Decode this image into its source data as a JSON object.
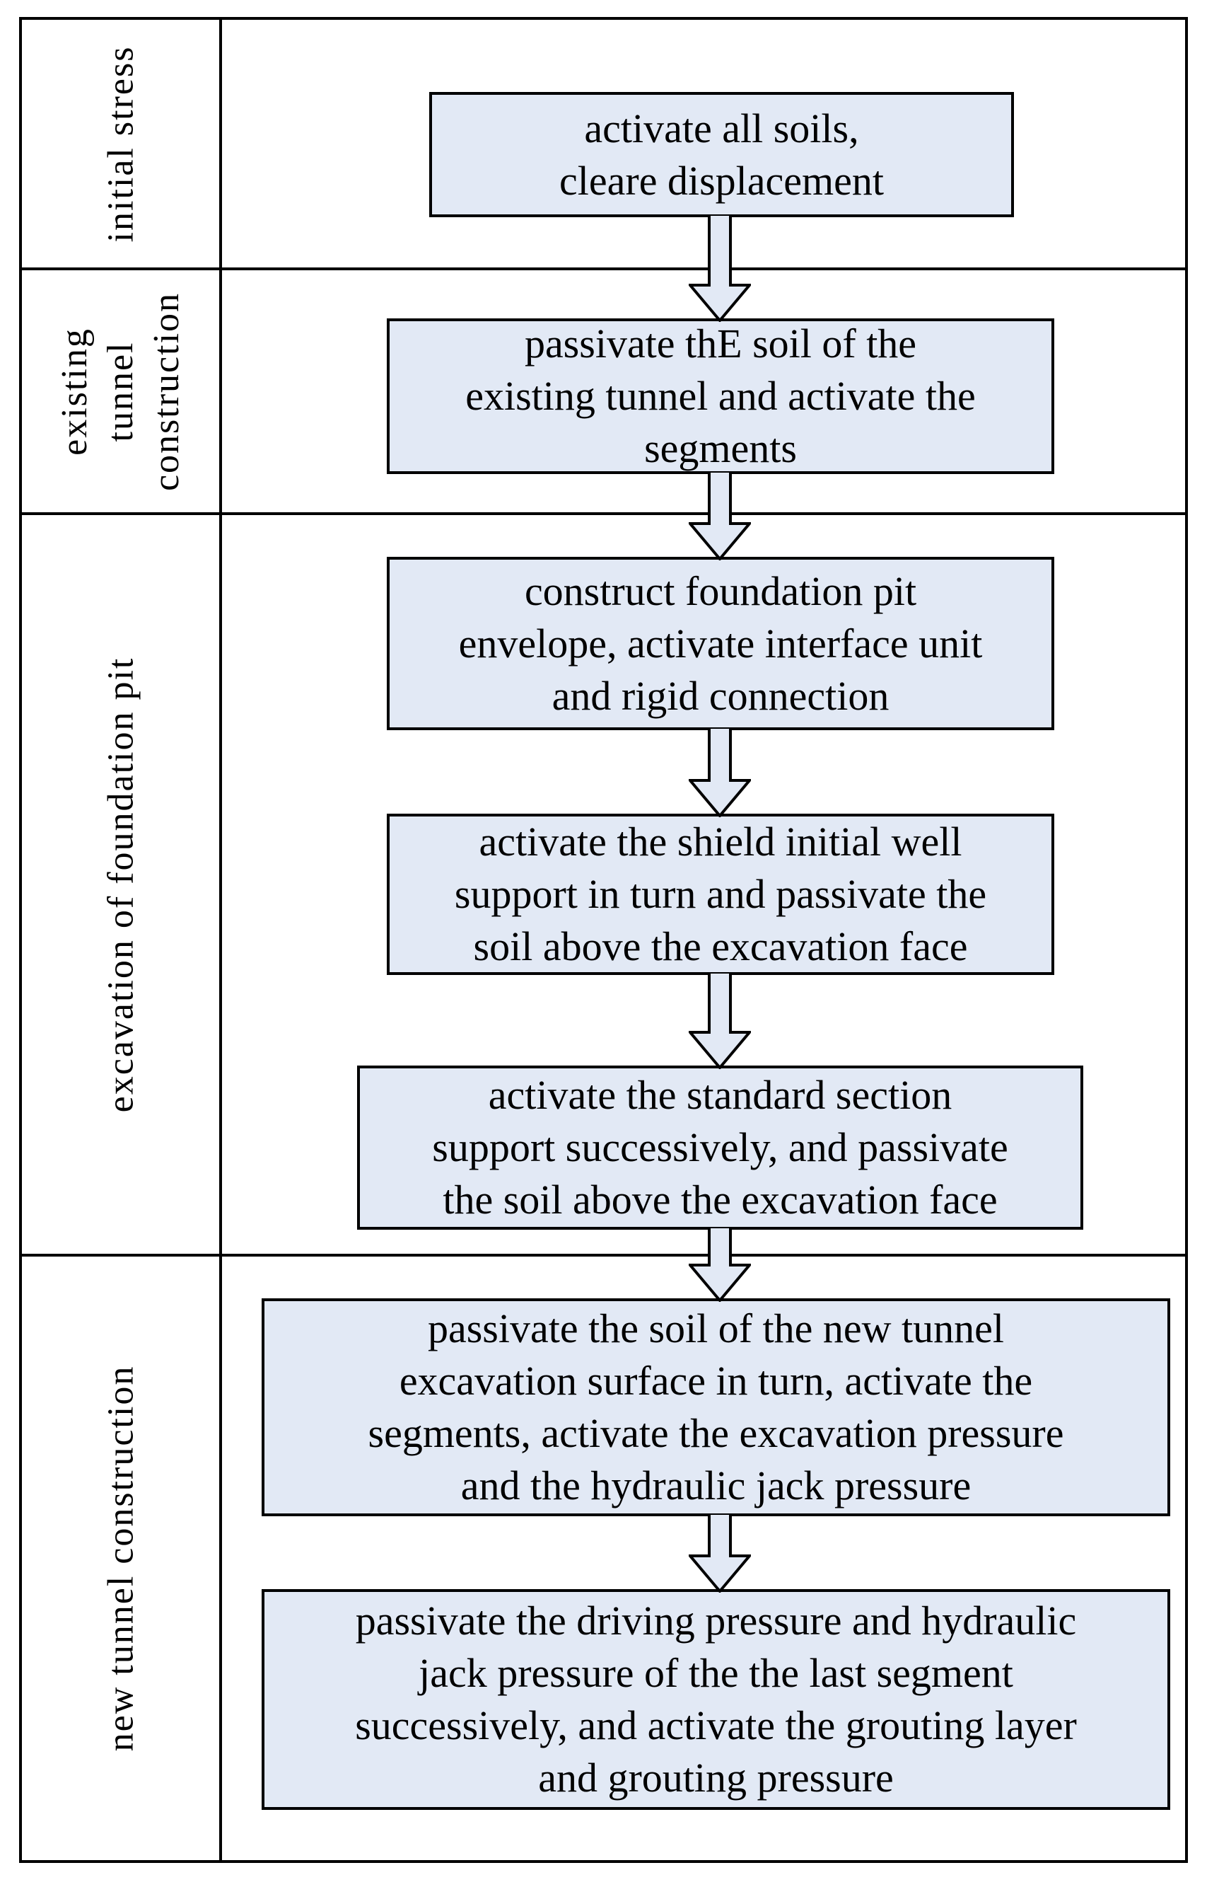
{
  "stages": {
    "rows": [
      {
        "label_lines": [
          "initial stress"
        ]
      },
      {
        "label_lines": [
          "existing",
          "tunnel",
          "construction"
        ]
      },
      {
        "label_lines": [
          "excavation of foundation pit"
        ]
      },
      {
        "label_lines": [
          "new tunnel construction"
        ]
      }
    ]
  },
  "boxes": [
    {
      "lines": [
        "activate all soils,",
        "cleare displacement"
      ]
    },
    {
      "lines": [
        "passivate thE soil of the",
        "existing tunnel and  activate the",
        "segments"
      ]
    },
    {
      "lines": [
        "construct foundation pit",
        "envelope, activate interface unit",
        "and rigid connection"
      ]
    },
    {
      "lines": [
        "activate the shield initial well",
        "support in turn and passivate the",
        "soil above the excavation face"
      ]
    },
    {
      "lines": [
        "activate the standard section",
        "support successively, and passivate",
        "the soil above the excavation face"
      ]
    },
    {
      "lines": [
        "passivate the soil of the new tunnel",
        "excavation surface in turn, activate the",
        "segments, activate the excavation pressure",
        "and the hydraulic jack pressure"
      ]
    },
    {
      "lines": [
        "passivate the driving pressure and hydraulic",
        "jack pressure of the the last segment",
        "successively, and activate the grouting layer",
        "and grouting pressure"
      ]
    }
  ],
  "colors": {
    "box_fill": "#e2e9f5",
    "border": "#000000",
    "background": "#ffffff",
    "text": "#000000"
  }
}
